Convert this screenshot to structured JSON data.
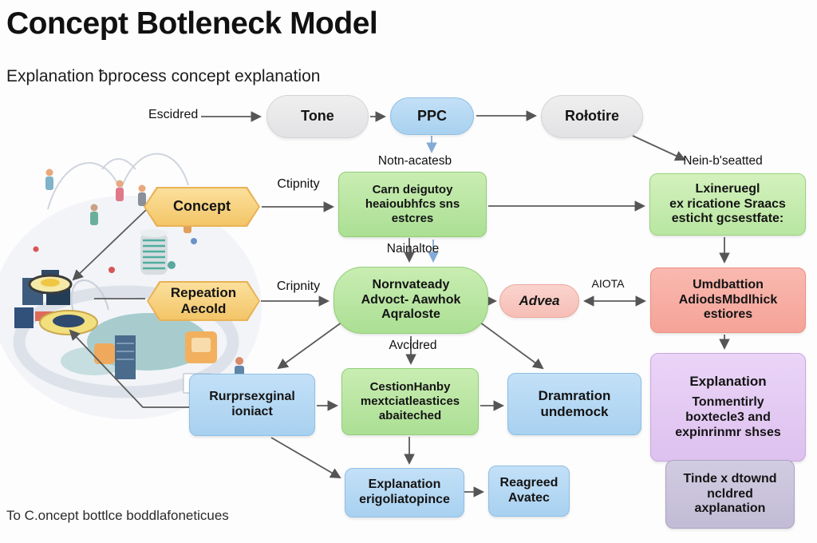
{
  "page": {
    "title": "Concept Botleneck Model",
    "subtitle": "Explanation ƀprocess concept explanation",
    "footnote": "To C.oncept bottlce boddlafoneticues"
  },
  "colors": {
    "accent_blue": "#a8d1f0",
    "accent_green": "#abdf94",
    "accent_orange": "#f3c568",
    "accent_red": "#f5a397",
    "accent_purple": "#ddc1ef",
    "accent_gray": "#e2e2e5",
    "arrow": "#5b5b5b"
  },
  "edge_labels": {
    "escidred": "Escidred",
    "notn": "Notn-acatesb",
    "nein": "Nein-b'seatted",
    "ctipnity": "Ctipnity",
    "nainaltoe": "Nainaltoe",
    "cripnity": "Cripnity",
    "avcidred": "Avcidred",
    "aiota": "AIOTA"
  },
  "nodes": {
    "tone": {
      "label": "Tone"
    },
    "ppc": {
      "label": "PPC"
    },
    "rolotire": {
      "label": "Rołotire"
    },
    "concept": {
      "label": "Concept"
    },
    "repeation": {
      "lines": [
        "Repeation",
        "Aecold"
      ]
    },
    "carn": {
      "lines": [
        "Carn deigutoy",
        "heaioubhfcs sns",
        "estcres"
      ]
    },
    "lxineruegl": {
      "lines": [
        "Lxineruegl",
        "ex ricatione Sraacs",
        "esticht gcsestfate:"
      ]
    },
    "nornvateady": {
      "lines": [
        "Nornvateady",
        "Advoct- Aawhok",
        "Aqraloste"
      ]
    },
    "advea": {
      "label": "Advea"
    },
    "umdbattion": {
      "lines": [
        "Umdbattion",
        "AdiodsMbdlhick",
        "estiores"
      ]
    },
    "rurprsexginal": {
      "lines": [
        "Rurprsexginal",
        "ioniact"
      ]
    },
    "cestionhanby": {
      "lines": [
        "CestionHanby",
        "mextciatleastices",
        "abaiteched"
      ]
    },
    "dramration": {
      "lines": [
        "Dramration",
        "undemock"
      ]
    },
    "explanation_panel": {
      "title": "Explanation",
      "lines": [
        "Tonmentirly",
        "boxtecle3 and",
        "expinrinmr shses"
      ]
    },
    "explanation_erig": {
      "lines": [
        "Explanation",
        "erigoliatopince"
      ]
    },
    "reagreed": {
      "lines": [
        "Reagreed",
        "Avatec"
      ]
    },
    "tinde": {
      "lines": [
        "Tinde x dtownd",
        "ncldred",
        "axplanation"
      ]
    }
  }
}
